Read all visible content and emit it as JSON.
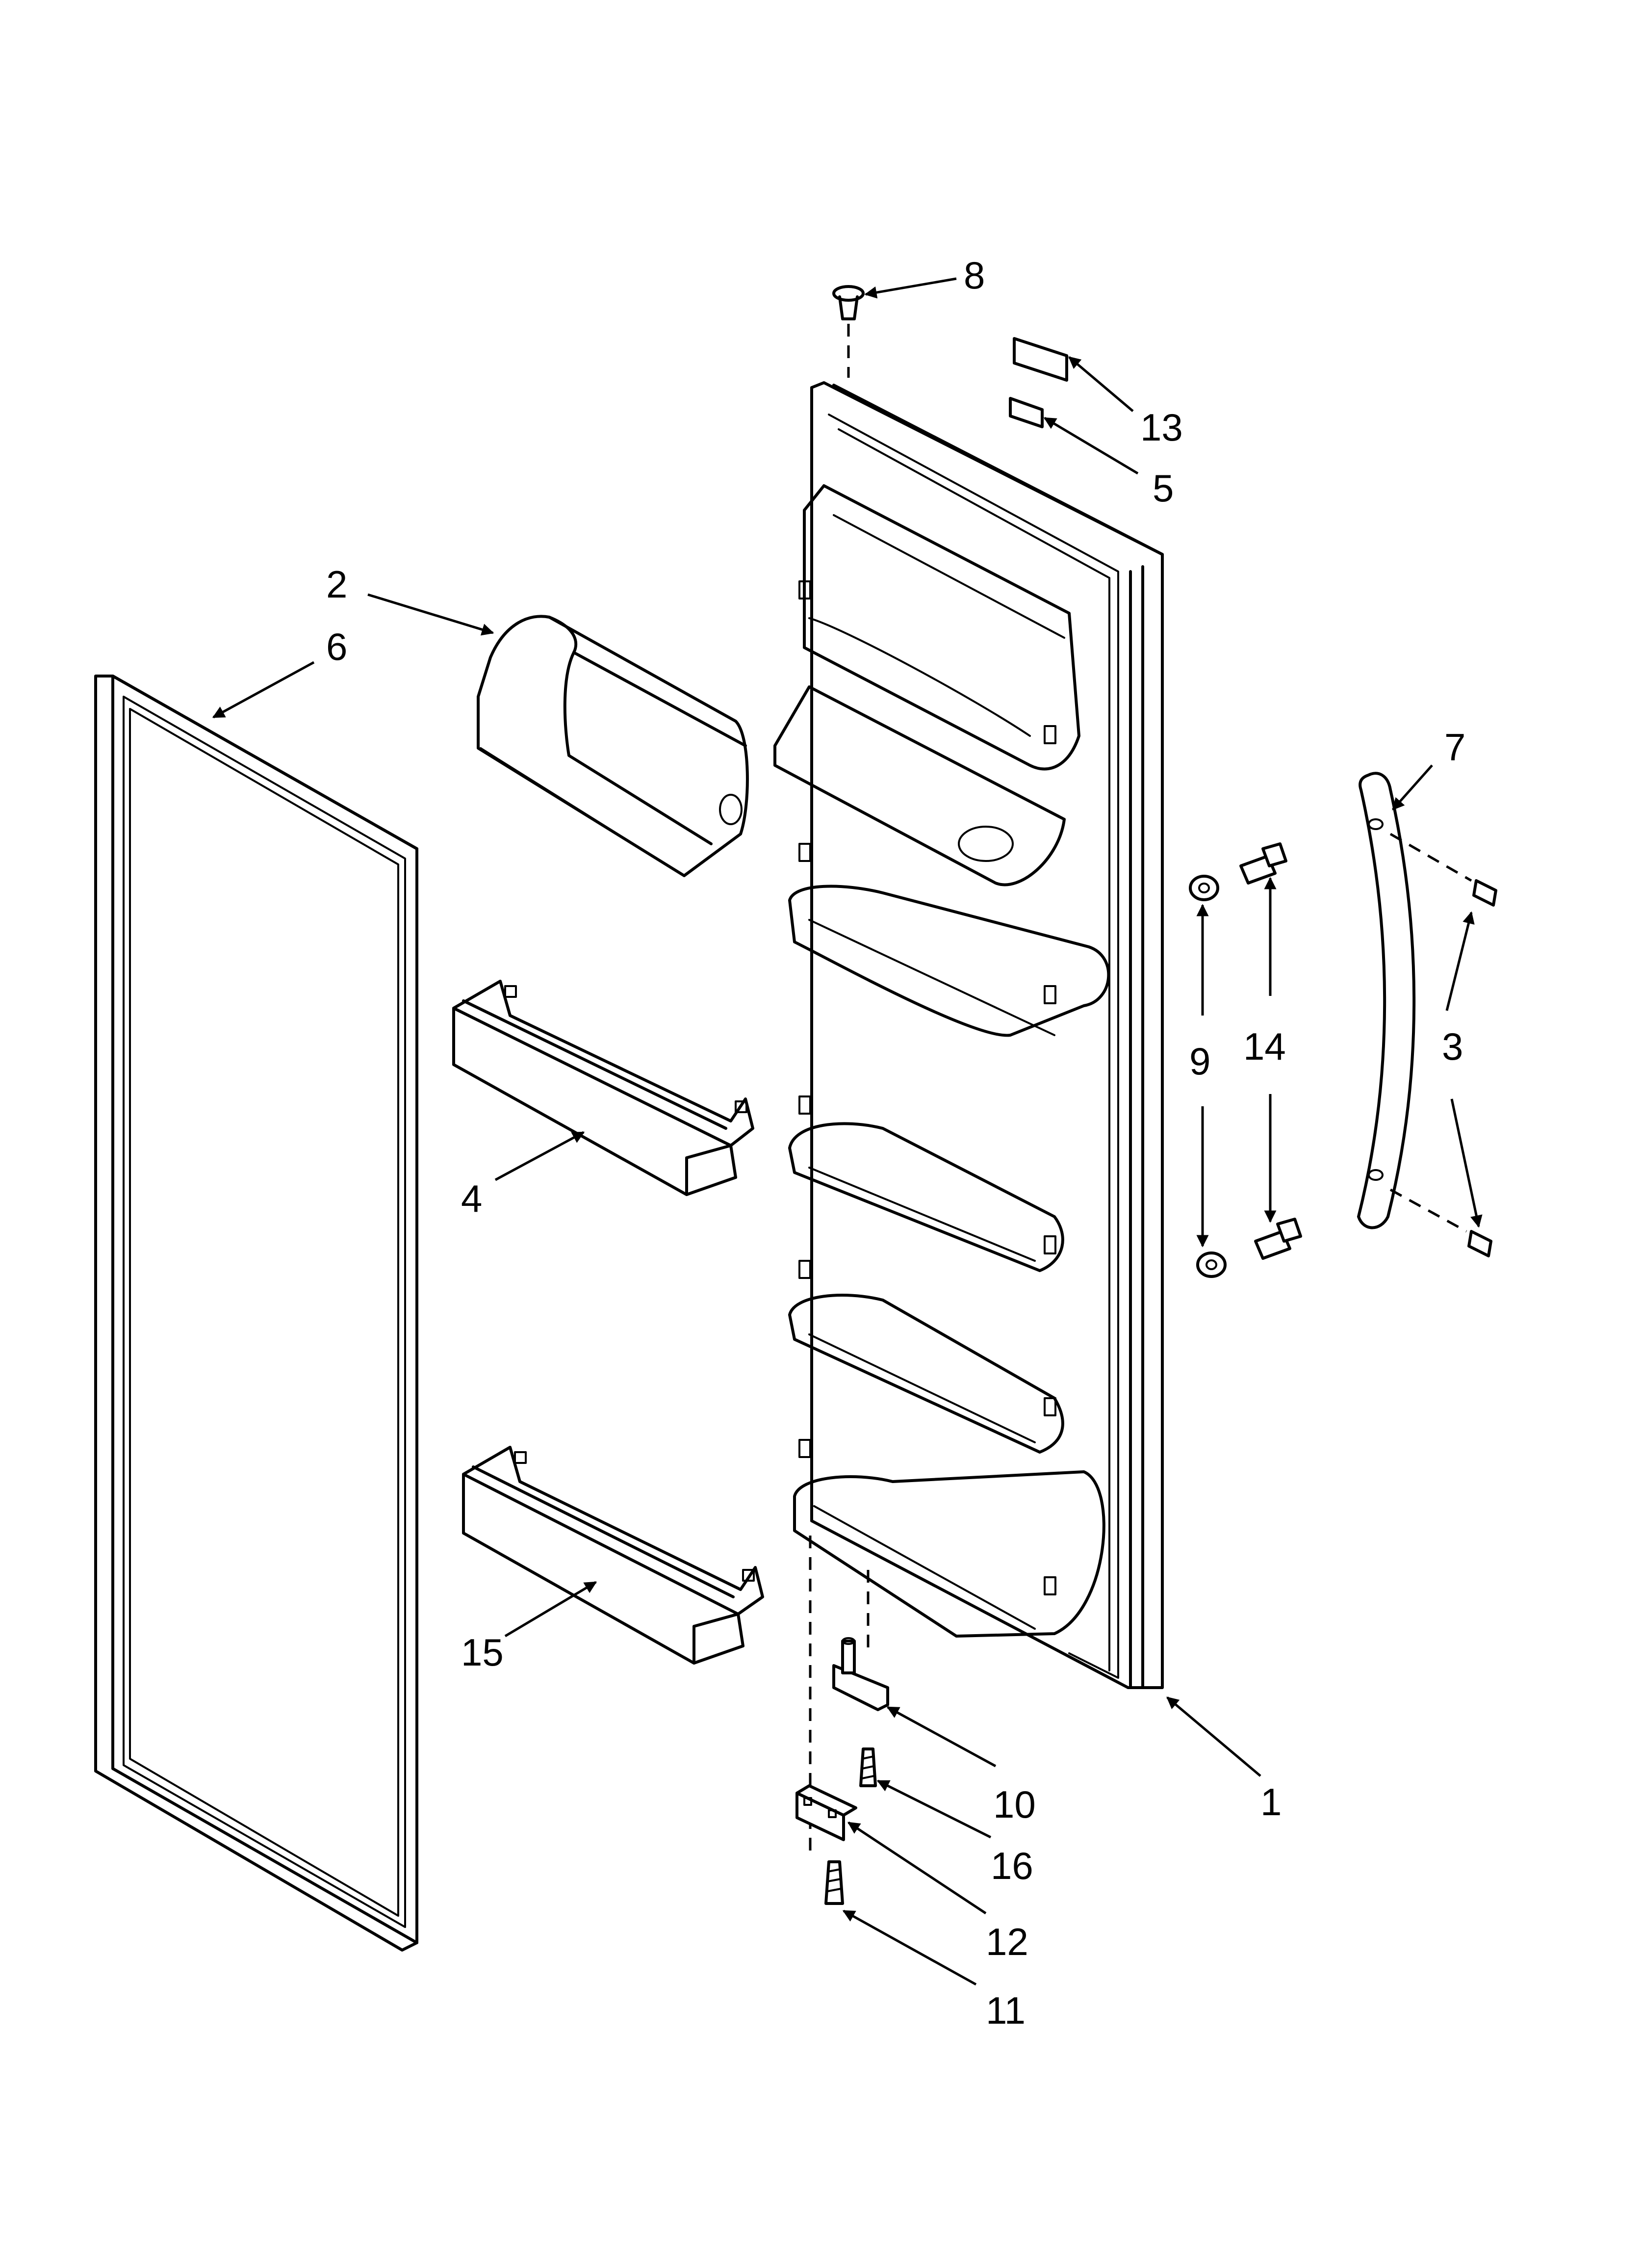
{
  "diagram": {
    "parts": [
      {
        "id": "1",
        "label": "1"
      },
      {
        "id": "2",
        "label": "2"
      },
      {
        "id": "3",
        "label": "3"
      },
      {
        "id": "4",
        "label": "4"
      },
      {
        "id": "5",
        "label": "5"
      },
      {
        "id": "6",
        "label": "6"
      },
      {
        "id": "7",
        "label": "7"
      },
      {
        "id": "8",
        "label": "8"
      },
      {
        "id": "9",
        "label": "9"
      },
      {
        "id": "10",
        "label": "10"
      },
      {
        "id": "11",
        "label": "11"
      },
      {
        "id": "12",
        "label": "12"
      },
      {
        "id": "13",
        "label": "13"
      },
      {
        "id": "14",
        "label": "14"
      },
      {
        "id": "15",
        "label": "15"
      },
      {
        "id": "16",
        "label": "16"
      }
    ],
    "colors": {
      "line": "#000000",
      "background": "#ffffff"
    }
  }
}
